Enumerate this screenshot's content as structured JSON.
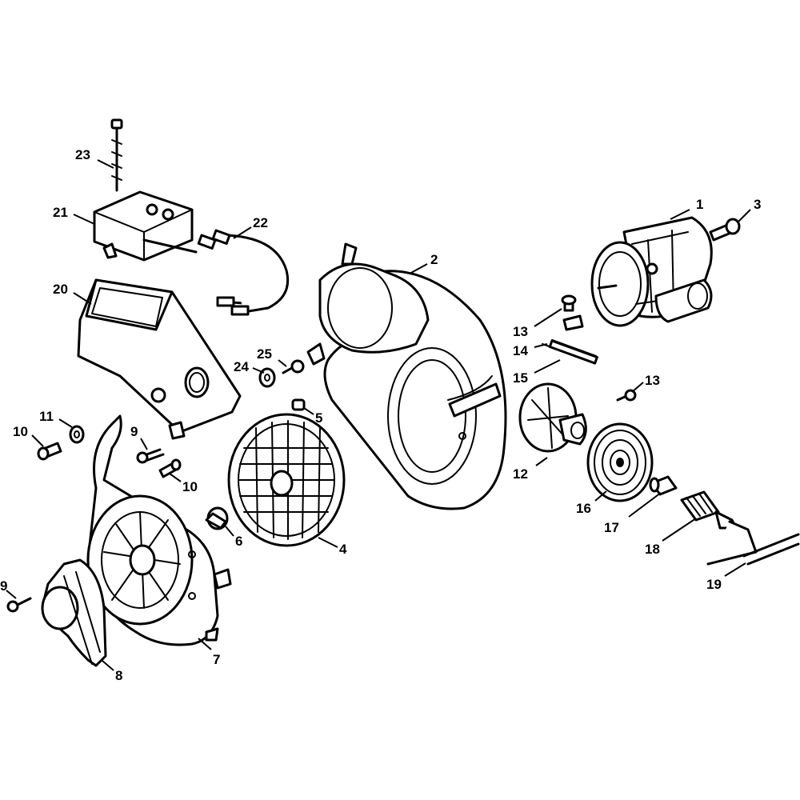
{
  "colors": {
    "ink": "#000000",
    "paper": "#ffffff"
  },
  "callouts": [
    {
      "num": "1",
      "part": "burner-motor"
    },
    {
      "num": "2",
      "part": "fan-housing"
    },
    {
      "num": "3",
      "part": "motor-bolt"
    },
    {
      "num": "4",
      "part": "blower-wheel"
    },
    {
      "num": "5",
      "part": "set-screw"
    },
    {
      "num": "6",
      "part": "coupling"
    },
    {
      "num": "7",
      "part": "housing-cover"
    },
    {
      "num": "8",
      "part": "air-shutter"
    },
    {
      "num": "9",
      "part": "screw-upper"
    },
    {
      "num": "9",
      "part": "screw-lower"
    },
    {
      "num": "10",
      "part": "bolt-left"
    },
    {
      "num": "10",
      "part": "spacer-pin"
    },
    {
      "num": "11",
      "part": "washer-left"
    },
    {
      "num": "12",
      "part": "electrode-holder"
    },
    {
      "num": "13",
      "part": "screw-top"
    },
    {
      "num": "13",
      "part": "screw-right"
    },
    {
      "num": "14",
      "part": "clip"
    },
    {
      "num": "15",
      "part": "electrodes"
    },
    {
      "num": "16",
      "part": "turbulator-disc"
    },
    {
      "num": "17",
      "part": "nozzle"
    },
    {
      "num": "18",
      "part": "nozzle-adapter"
    },
    {
      "num": "19",
      "part": "oil-line"
    },
    {
      "num": "20",
      "part": "transformer-base"
    },
    {
      "num": "21",
      "part": "ignition-transformer"
    },
    {
      "num": "22",
      "part": "ignition-cables"
    },
    {
      "num": "23",
      "part": "long-screw"
    },
    {
      "num": "24",
      "part": "washer-center"
    },
    {
      "num": "25",
      "part": "screw-center"
    }
  ]
}
